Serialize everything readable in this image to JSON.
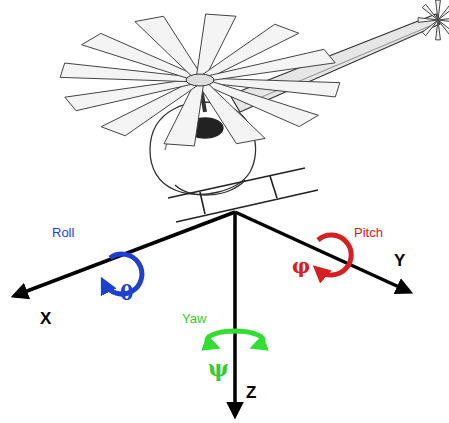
{
  "diagram": {
    "labels": [
      "Roll",
      "X",
      "θ",
      "Pitch",
      "Y",
      "φ",
      "Yaw",
      "Z",
      "ψ"
    ]
  }
}
